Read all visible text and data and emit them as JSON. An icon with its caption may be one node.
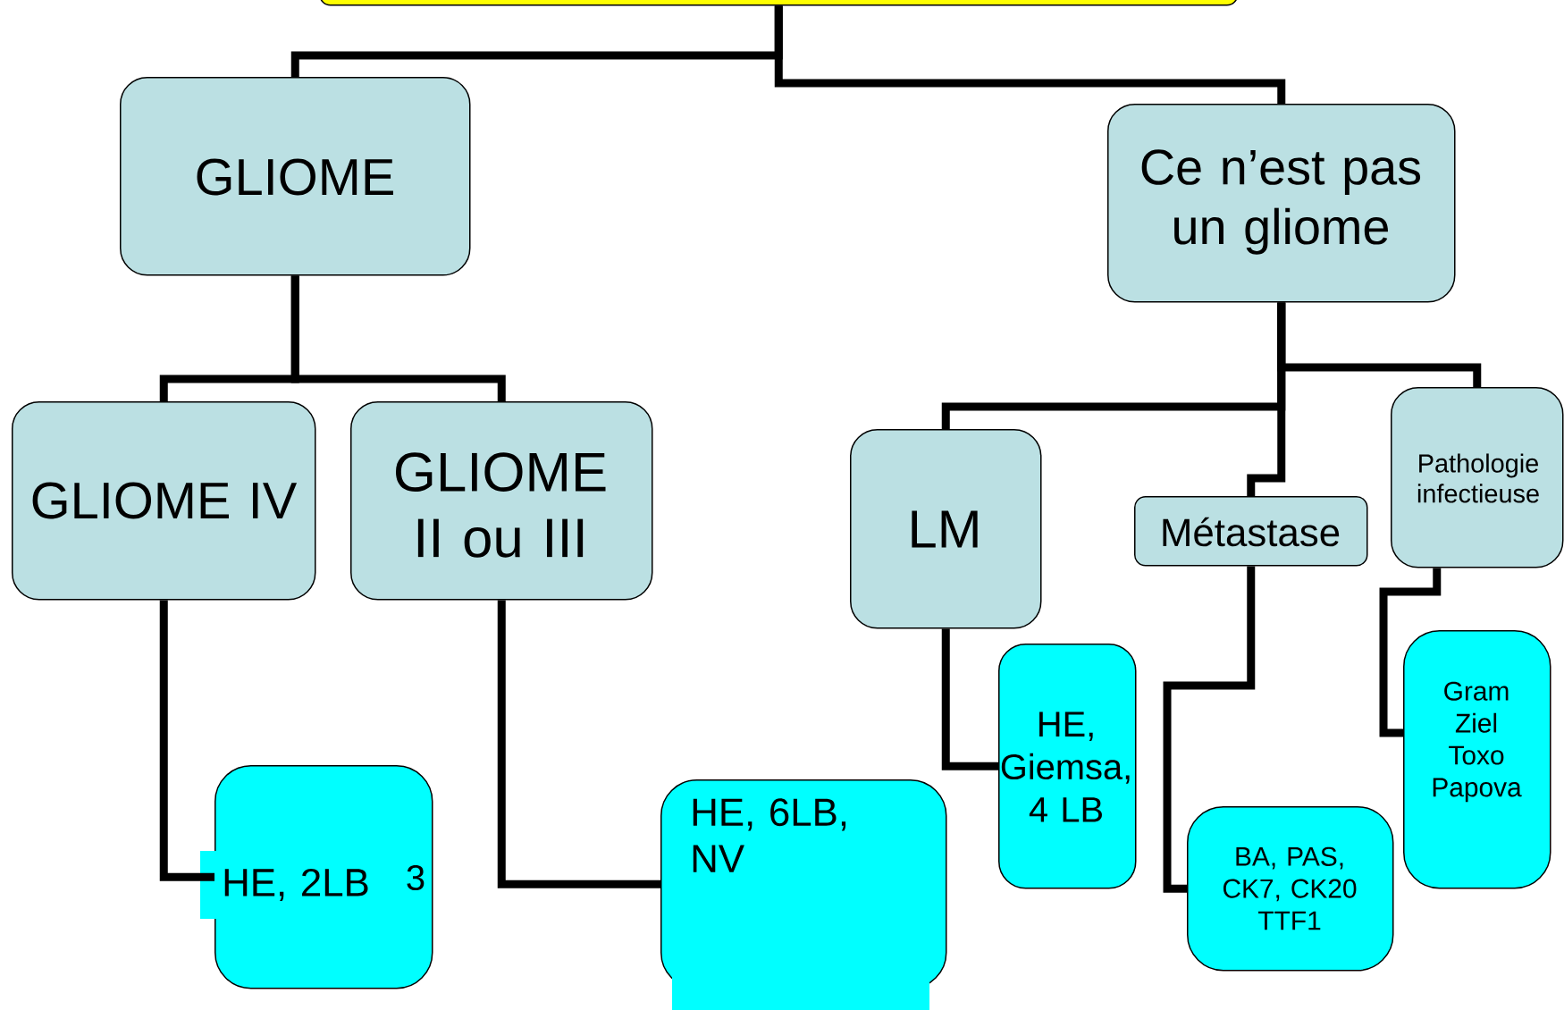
{
  "diagram": {
    "nodes": [
      {
        "text": [],
        "shape": "box"
      },
      {
        "text": [
          "GLIOME"
        ]
      },
      {
        "text": [
          "Ce n’est pas un gliome"
        ]
      },
      {
        "text": [
          "GLIOME IV"
        ]
      },
      {
        "text": [
          "GLIOME II ou III"
        ]
      },
      {
        "text": [
          "LM"
        ]
      },
      {
        "text": [
          "Métastase"
        ]
      },
      {
        "text": [
          "Pathologie infectieuse"
        ]
      },
      {
        "text": [
          "HE, 2LB",
          "3"
        ]
      },
      {
        "text": [
          "HE, 6LB, NV"
        ]
      },
      {
        "text": [
          "HE, Giemsa, 4 LB"
        ]
      },
      {
        "text": [
          "BA, PAS, CK7, CK20 TTF1"
        ]
      },
      {
        "text": [
          "Gram Ziel Toxo Papova"
        ]
      }
    ],
    "edges": [
      {
        "from": 0,
        "to": 1,
        "arrow": "none"
      },
      {
        "from": 0,
        "to": 2,
        "arrow": "none"
      },
      {
        "from": 1,
        "to": 3,
        "arrow": "none"
      },
      {
        "from": 1,
        "to": 4,
        "arrow": "none"
      },
      {
        "from": 2,
        "to": 5,
        "arrow": "none"
      },
      {
        "from": 2,
        "to": 6,
        "arrow": "none"
      },
      {
        "from": 2,
        "to": 7,
        "arrow": "none"
      },
      {
        "from": 3,
        "to": 8,
        "arrow": "none"
      },
      {
        "from": 4,
        "to": 9,
        "arrow": "none"
      },
      {
        "from": 5,
        "to": 10,
        "arrow": "none"
      },
      {
        "from": 6,
        "to": 11,
        "arrow": "none"
      },
      {
        "from": 7,
        "to": 12,
        "arrow": "none"
      }
    ]
  }
}
